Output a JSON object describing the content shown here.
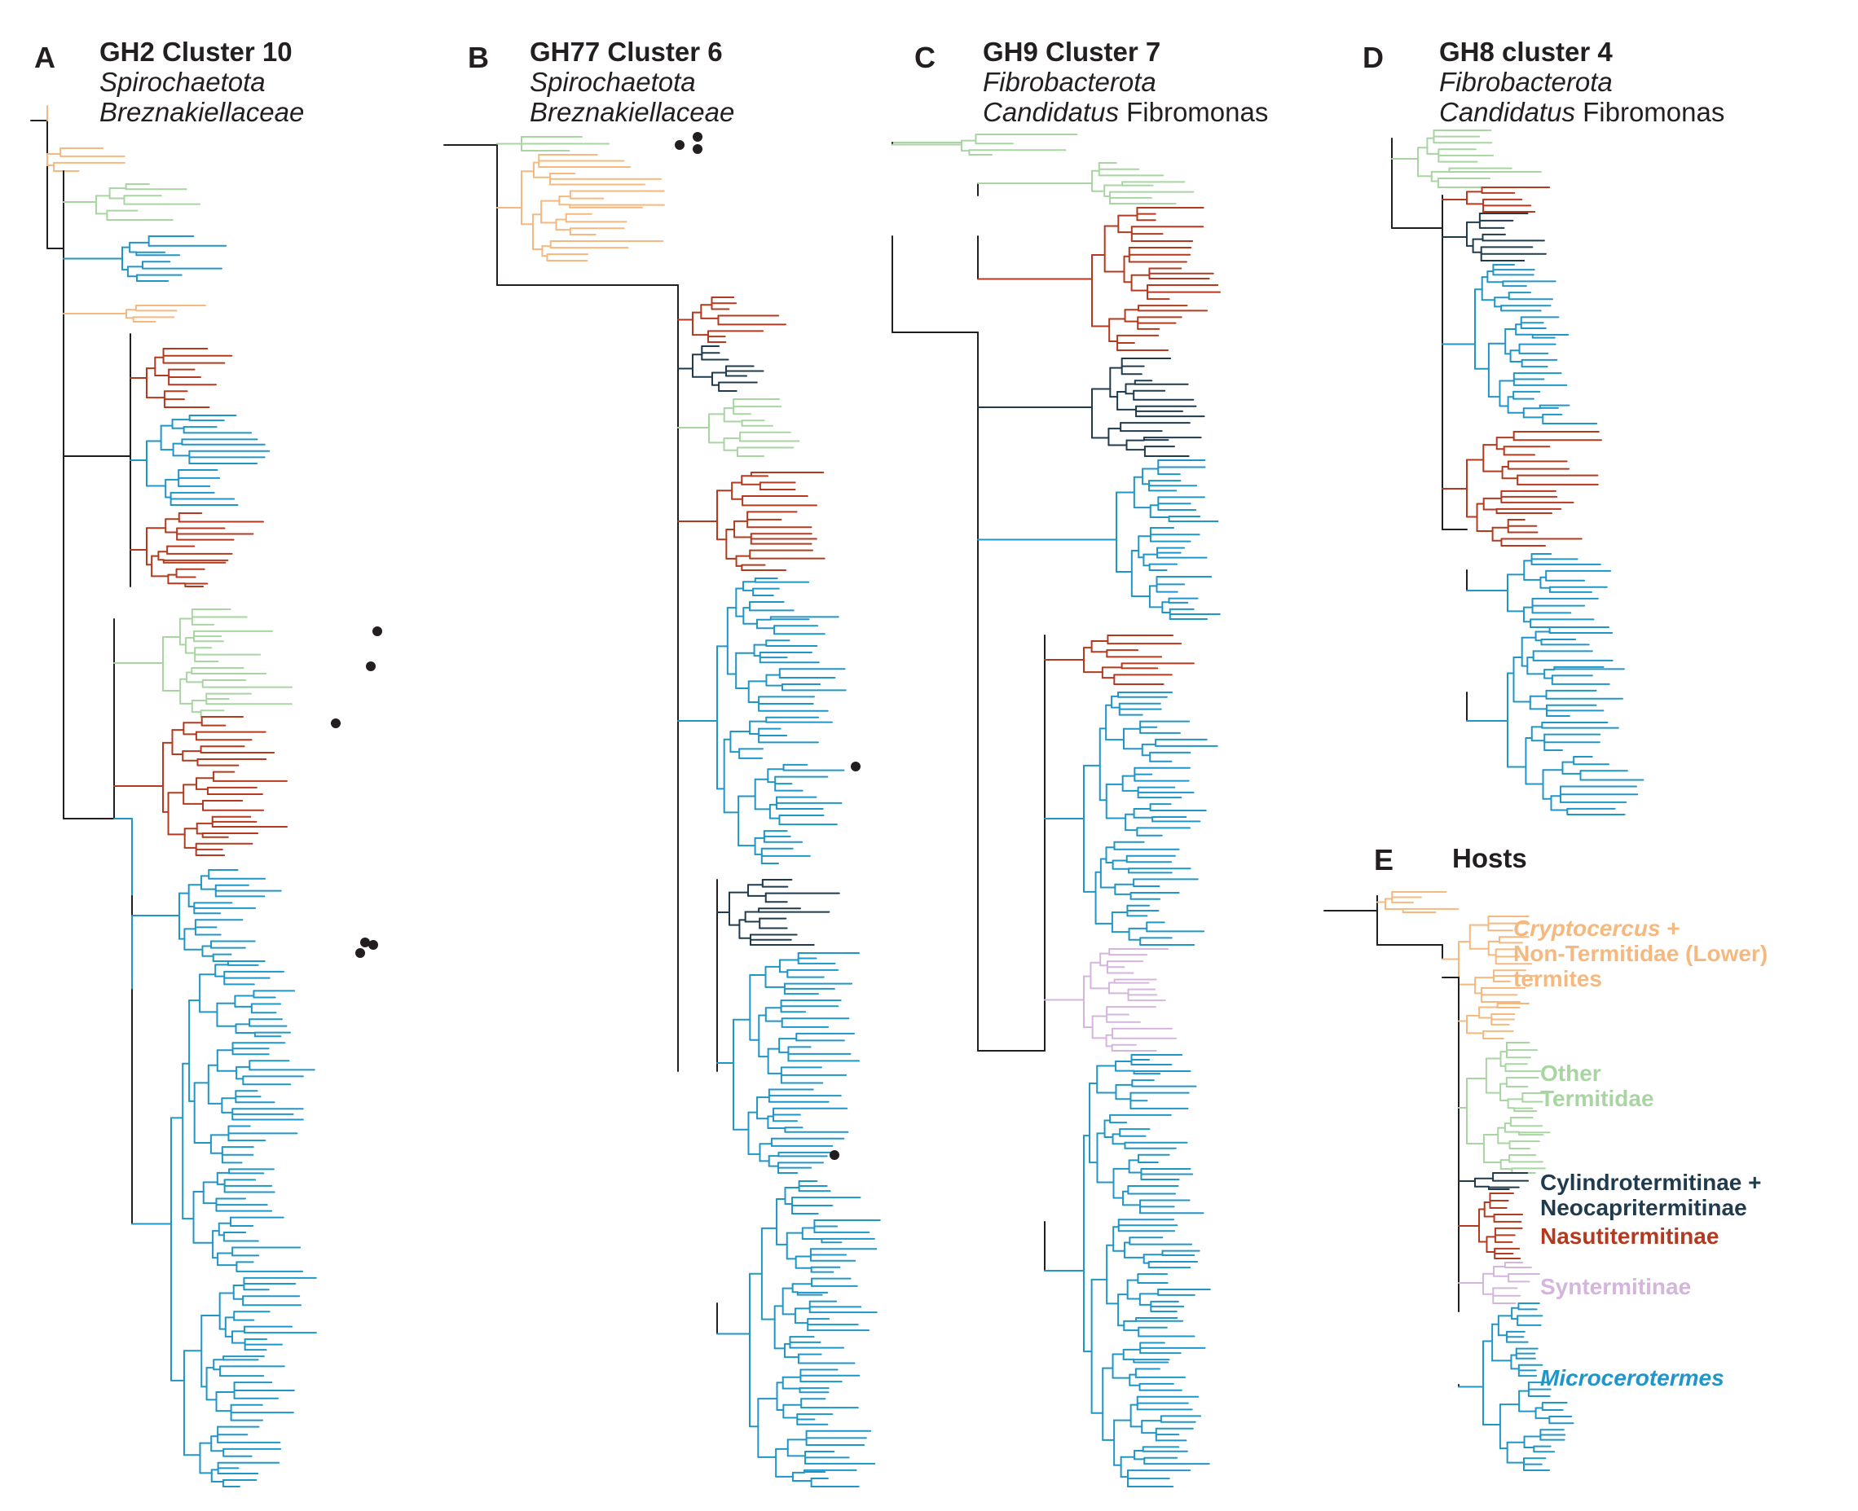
{
  "colors": {
    "lower": "#f5b97f",
    "other": "#a8d5a2",
    "cylindro": "#1f3b4d",
    "nasuti": "#b33a1f",
    "synter": "#d4b6dd",
    "micro": "#2096c8",
    "backbone": "#231f20"
  },
  "panels": [
    {
      "letter": "A",
      "title": "GH2 Cluster 10",
      "phylum": "Spirochaetota",
      "family": "Breznakiellaceae",
      "family_prefix": "",
      "family_suffix": ""
    },
    {
      "letter": "B",
      "title": "GH77 Cluster 6",
      "phylum": "Spirochaetota",
      "family": "Breznakiellaceae",
      "family_prefix": "",
      "family_suffix": ""
    },
    {
      "letter": "C",
      "title": "GH9 Cluster 7",
      "phylum": "Fibrobacterota",
      "family": "",
      "family_prefix": "Candidatus",
      "family_suffix": " Fibromonas"
    },
    {
      "letter": "D",
      "title": "GH8 cluster 4",
      "phylum": "Fibrobacterota",
      "family": "",
      "family_prefix": "Candidatus",
      "family_suffix": " Fibromonas"
    }
  ],
  "hosts": {
    "letter": "E",
    "title": "Hosts",
    "legend": {
      "lower_line1_italic": "Cryptocercus",
      "lower_line1_rest": " +",
      "lower_line2": "Non-Termitidae (Lower) termites",
      "other_line1": "Other",
      "other_line2": "Termitidae",
      "cylindro_line1": "Cylindrotermitinae +",
      "cylindro_line2": "Neocapritermitinae",
      "nasuti": "Nasutitermitinae",
      "synter": "Syntermitinae",
      "micro": "Microcerotermes"
    }
  }
}
